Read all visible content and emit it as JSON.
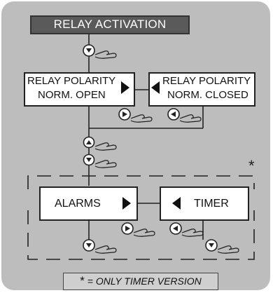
{
  "header": {
    "title": "RELAY ACTIVATION"
  },
  "relay_polarity_open": {
    "line1": "RELAY POLARITY",
    "line2": "NORM. OPEN"
  },
  "relay_polarity_closed": {
    "line1": "RELAY POLARITY",
    "line2": "NORM. CLOSED"
  },
  "alarms": {
    "label": "ALARMS"
  },
  "timer": {
    "label": "TIMER"
  },
  "optional_marker": "*",
  "footnote": {
    "symbol": "*",
    "text": "= ONLY TIMER VERSION"
  },
  "icons": {
    "menu_arrows": [
      "left-triangle-icon",
      "right-triangle-icon"
    ],
    "press_buttons": [
      "down-button-icon",
      "up-button-icon",
      "right-button-icon",
      "left-button-icon"
    ],
    "hand": "pointing-hand-icon"
  },
  "colors": {
    "panel": "#bdbdbd",
    "title_box": "#5a5a5a",
    "box": "#ffffff",
    "line": "#222222"
  }
}
